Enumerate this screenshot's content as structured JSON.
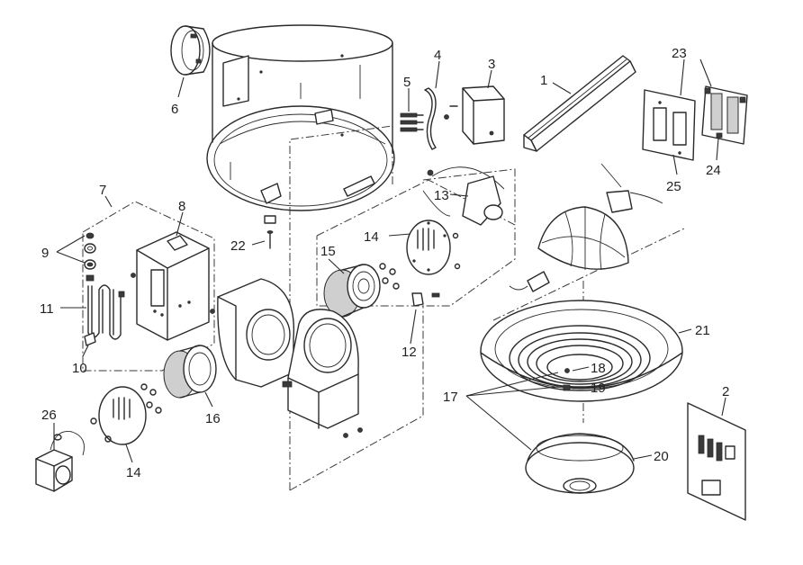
{
  "diagram": {
    "callouts": [
      {
        "id": "c1",
        "text": "1"
      },
      {
        "id": "c2",
        "text": "2"
      },
      {
        "id": "c3",
        "text": "3"
      },
      {
        "id": "c4",
        "text": "4"
      },
      {
        "id": "c5",
        "text": "5"
      },
      {
        "id": "c6",
        "text": "6"
      },
      {
        "id": "c7",
        "text": "7"
      },
      {
        "id": "c8",
        "text": "8"
      },
      {
        "id": "c9",
        "text": "9"
      },
      {
        "id": "c10",
        "text": "10"
      },
      {
        "id": "c11",
        "text": "11"
      },
      {
        "id": "c12",
        "text": "12"
      },
      {
        "id": "c13",
        "text": "13"
      },
      {
        "id": "c14a",
        "text": "14"
      },
      {
        "id": "c14b",
        "text": "14"
      },
      {
        "id": "c15",
        "text": "15"
      },
      {
        "id": "c16",
        "text": "16"
      },
      {
        "id": "c17",
        "text": "17"
      },
      {
        "id": "c18",
        "text": "18"
      },
      {
        "id": "c19",
        "text": "19"
      },
      {
        "id": "c20",
        "text": "20"
      },
      {
        "id": "c21",
        "text": "21"
      },
      {
        "id": "c22",
        "text": "22"
      },
      {
        "id": "c23",
        "text": "23"
      },
      {
        "id": "c24",
        "text": "24"
      },
      {
        "id": "c25",
        "text": "25"
      },
      {
        "id": "c26",
        "text": "26"
      }
    ]
  }
}
